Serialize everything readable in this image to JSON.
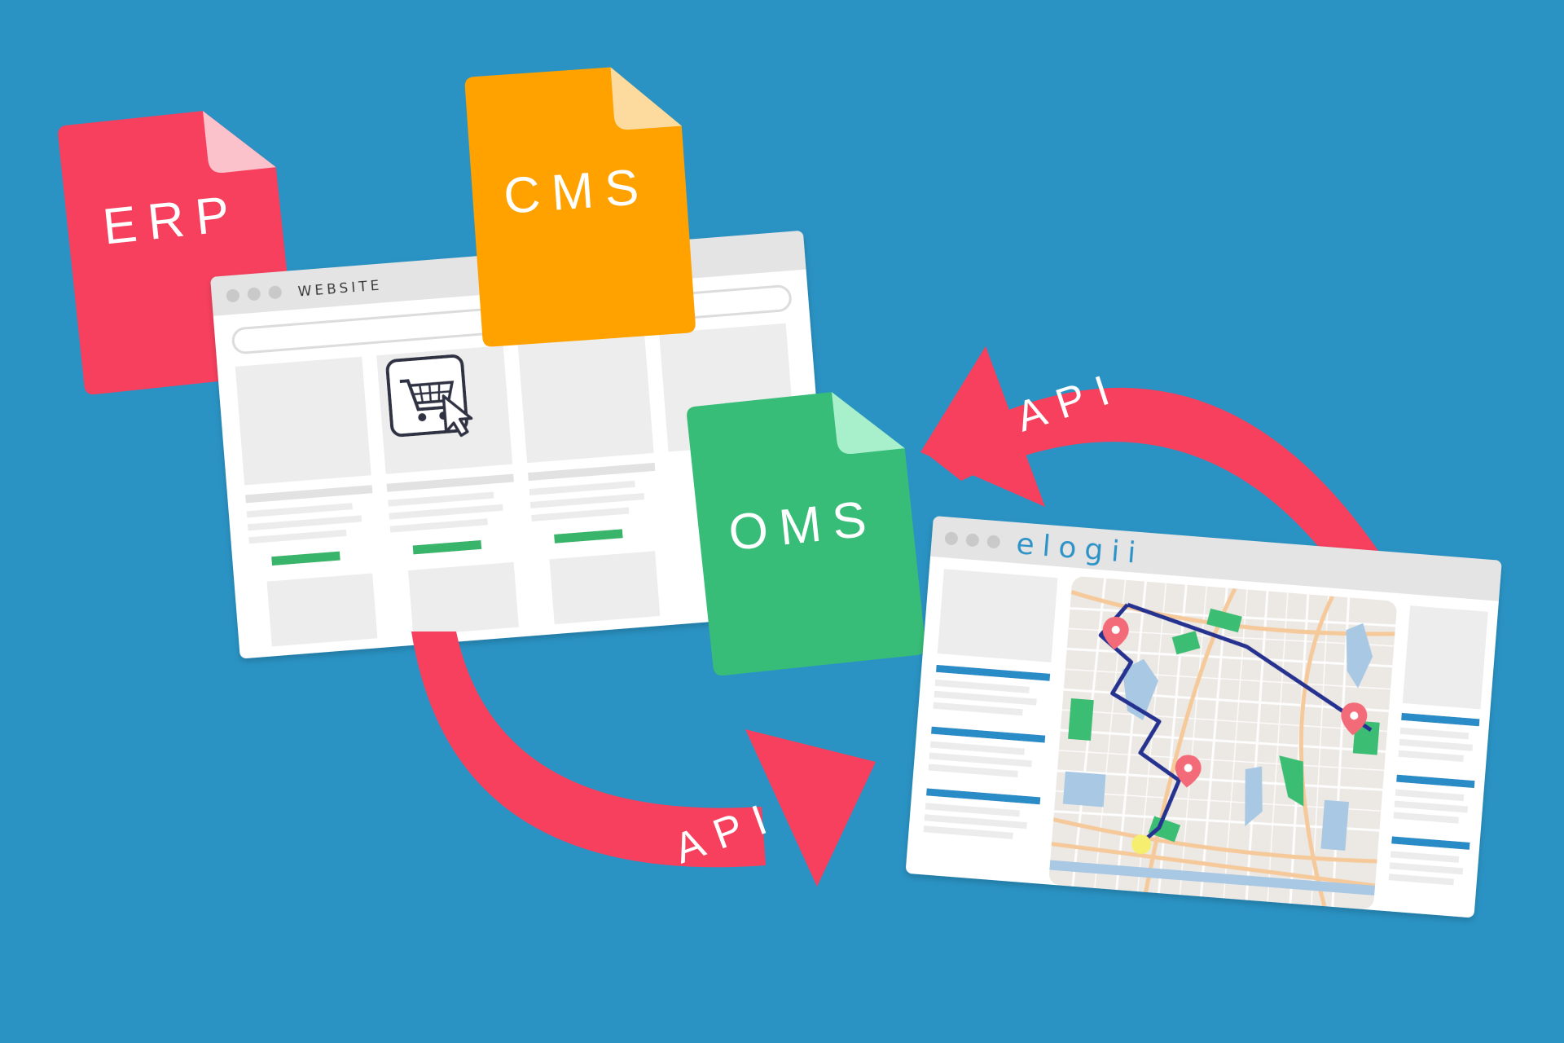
{
  "documents": {
    "erp": {
      "label": "ERP",
      "color": "#f6405e",
      "fold_color": "#fbc2cc"
    },
    "cms": {
      "label": "CMS",
      "color": "#ffa200",
      "fold_color": "#fddb9e"
    },
    "oms": {
      "label": "OMS",
      "color": "#38bd78",
      "fold_color": "#a8f0cc"
    }
  },
  "website_window": {
    "title": "WEBSITE"
  },
  "elogii_window": {
    "brand": "elogii"
  },
  "connections": {
    "top_arrow": {
      "label": "API"
    },
    "bottom_arrow": {
      "label": "API"
    }
  },
  "colors": {
    "background": "#2a93c4",
    "arrow": "#f6405e",
    "window_bg": "#ffffff",
    "window_bar": "#e4e4e4",
    "placeholder": "#ededed",
    "accent_green": "#38b56b",
    "accent_blue": "#2a8cc6",
    "route": "#25308f"
  },
  "icons": {
    "cart": "shopping-cart-cursor-icon",
    "map_pin": "map-pin-icon"
  }
}
